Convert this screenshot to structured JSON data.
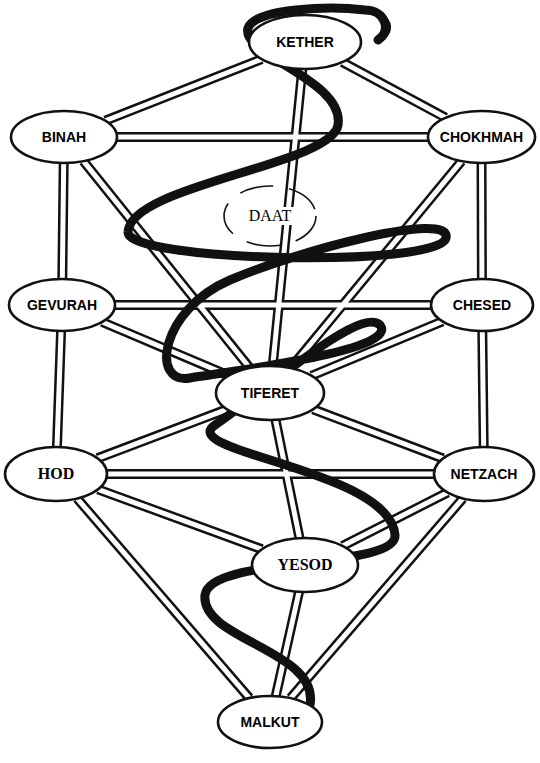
{
  "diagram": {
    "nodes": [
      {
        "text": [
          "KETHER"
        ]
      },
      {
        "text": [
          "BINAH"
        ]
      },
      {
        "text": [
          "CHOKHMAH"
        ]
      },
      {
        "text": [
          "DAAT"
        ]
      },
      {
        "text": [
          "GEVURAH"
        ]
      },
      {
        "text": [
          "CHESED"
        ]
      },
      {
        "text": [
          "TIFERET"
        ]
      },
      {
        "text": [
          "HOD"
        ]
      },
      {
        "text": [
          "NETZACH"
        ]
      },
      {
        "text": [
          "YESOD"
        ]
      },
      {
        "text": [
          "MALKUT"
        ]
      }
    ],
    "edges": [
      {
        "from": 0,
        "to": 1,
        "arrow": "none"
      },
      {
        "from": 0,
        "to": 2,
        "arrow": "none"
      },
      {
        "from": 0,
        "to": 6,
        "arrow": "none"
      },
      {
        "from": 1,
        "to": 2,
        "arrow": "none"
      },
      {
        "from": 1,
        "to": 4,
        "arrow": "none"
      },
      {
        "from": 1,
        "to": 6,
        "arrow": "none"
      },
      {
        "from": 2,
        "to": 5,
        "arrow": "none"
      },
      {
        "from": 2,
        "to": 6,
        "arrow": "none"
      },
      {
        "from": 4,
        "to": 5,
        "arrow": "none"
      },
      {
        "from": 4,
        "to": 6,
        "arrow": "none"
      },
      {
        "from": 5,
        "to": 6,
        "arrow": "none"
      },
      {
        "from": 4,
        "to": 7,
        "arrow": "none"
      },
      {
        "from": 5,
        "to": 8,
        "arrow": "none"
      },
      {
        "from": 6,
        "to": 7,
        "arrow": "none"
      },
      {
        "from": 6,
        "to": 8,
        "arrow": "none"
      },
      {
        "from": 6,
        "to": 9,
        "arrow": "none"
      },
      {
        "from": 7,
        "to": 8,
        "arrow": "none"
      },
      {
        "from": 7,
        "to": 9,
        "arrow": "none"
      },
      {
        "from": 8,
        "to": 9,
        "arrow": "none"
      },
      {
        "from": 7,
        "to": 10,
        "arrow": "none"
      },
      {
        "from": 8,
        "to": 10,
        "arrow": "none"
      },
      {
        "from": 9,
        "to": 10,
        "arrow": "none"
      }
    ]
  }
}
